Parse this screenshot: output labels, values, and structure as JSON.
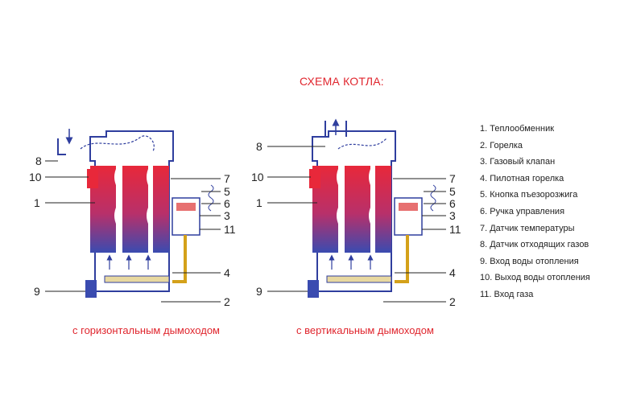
{
  "title": "СХЕМА КОТЛА:",
  "captions": {
    "left": "с  горизонтальным дымоходом",
    "right": "с вертикальным дымоходом"
  },
  "legend": [
    "1.  Теплообменник",
    "2.  Горелка",
    "3.  Газовый клапан",
    "4.  Пилотная горелка",
    "5.  Кнопка пъезорозжига",
    "6.  Ручка управления",
    "7.  Датчик температуры",
    "8.  Датчик отходящих газов",
    "9.  Вход воды отопления",
    "10. Выход воды отопления",
    "11. Вход газа"
  ],
  "callouts": {
    "left": {
      "n8": "8",
      "n10": "10",
      "n1": "1",
      "n9": "9",
      "n7": "7",
      "n5": "5",
      "n6": "6",
      "n3": "3",
      "n11": "11",
      "n4": "4",
      "n2": "2"
    },
    "right": {
      "n8": "8",
      "n10": "10",
      "n1": "1",
      "n9": "9",
      "n7": "7",
      "n5": "5",
      "n6": "6",
      "n3": "3",
      "n11": "11",
      "n4": "4",
      "n2": "2"
    }
  },
  "colors": {
    "accent": "#e0262e",
    "outline": "#2f3e9e",
    "hot": "#e8283a",
    "cold": "#3a4bb0",
    "gas": "#d4a11a"
  }
}
